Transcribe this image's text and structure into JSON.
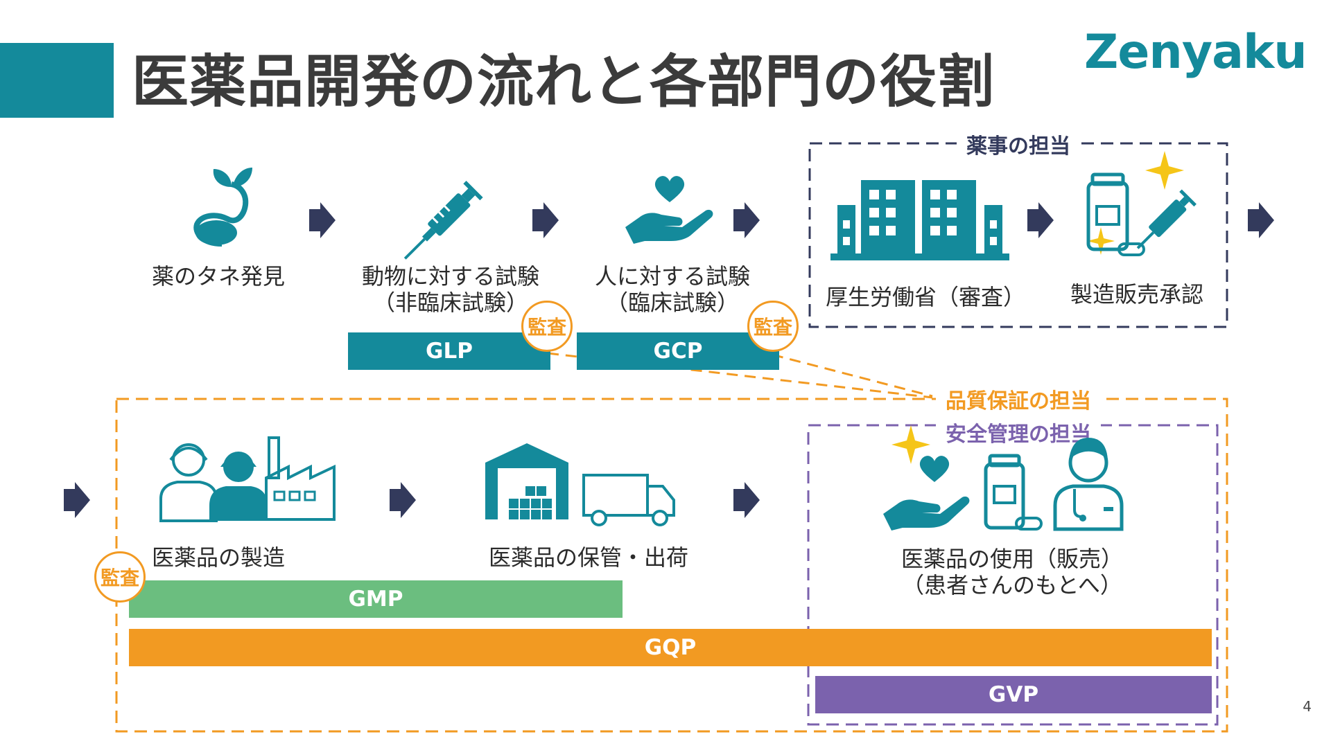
{
  "title": "医薬品開発の流れと各部門の役割",
  "logo": "Zenyaku",
  "page_number": "4",
  "colors": {
    "teal": "#148a9b",
    "navy": "#333a5c",
    "orange": "#f29a22",
    "green": "#6bbe7f",
    "purple": "#7b62ad",
    "gold": "#f5c518"
  },
  "steps": {
    "discovery": "薬のタネ発見",
    "animal_test_line1": "動物に対する試験",
    "animal_test_line2": "（非臨床試験）",
    "human_test_line1": "人に対する試験",
    "human_test_line2": "（臨床試験）",
    "ministry": "厚生労働省（審査）",
    "approval": "製造販売承認",
    "manufacturing": "医薬品の製造",
    "storage": "医薬品の保管・出荷",
    "usage_line1": "医薬品の使用（販売）",
    "usage_line2": "（患者さんのもとへ）"
  },
  "sections": {
    "regulatory": "薬事の担当",
    "quality": "品質保証の担当",
    "safety": "安全管理の担当"
  },
  "audit_label": "監査",
  "bars": {
    "glp": "GLP",
    "gcp": "GCP",
    "gmp": "GMP",
    "gqp": "GQP",
    "gvp": "GVP"
  },
  "icons": [
    "sprout-icon",
    "syringe-icon",
    "hand-heart-icon",
    "building-icon",
    "medicine-bottle-syringe-icon",
    "workers-factory-icon",
    "warehouse-truck-icon",
    "hand-heart-bottle-doctor-icon",
    "arrow-right-icon",
    "sparkle-icon"
  ]
}
